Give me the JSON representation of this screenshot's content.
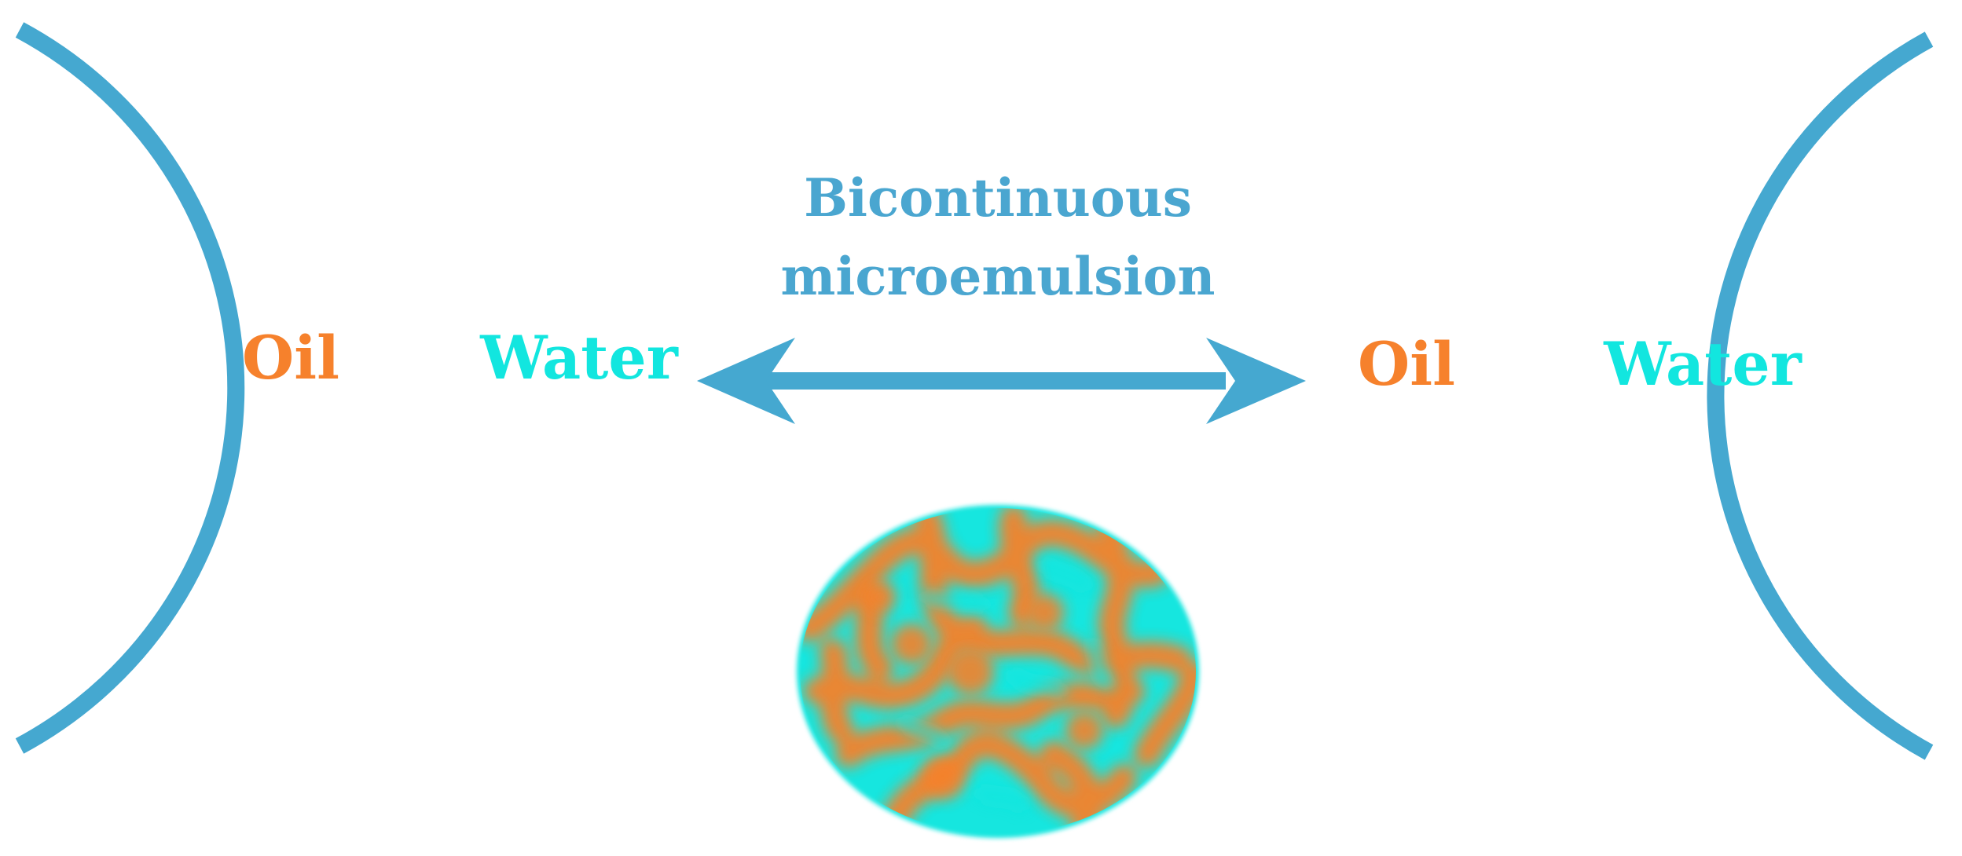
{
  "colors": {
    "curve": "#45a8d0",
    "oil": "#f6812c",
    "water": "#12e6df",
    "title": "#4aa6d0",
    "background": "#ffffff"
  },
  "left_phase": {
    "oil_label": "Oil",
    "water_label": "Water"
  },
  "right_phase": {
    "oil_label": "Oil",
    "water_label": "Water"
  },
  "center": {
    "title_line1": "Bicontinuous",
    "title_line2": "microemulsion",
    "arrow": "double-headed-arrow",
    "structure": "bicontinuous-oil-water-sphere"
  }
}
